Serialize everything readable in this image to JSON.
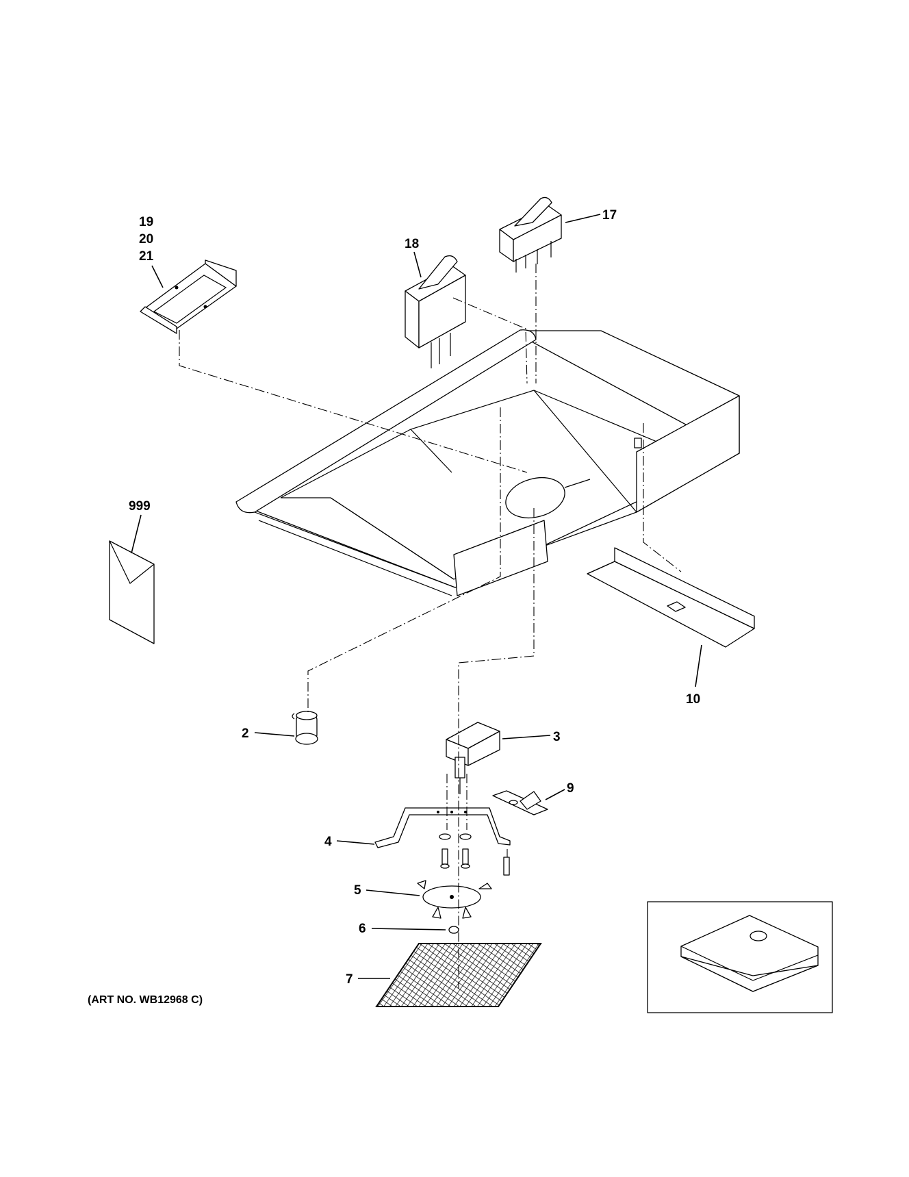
{
  "art_number": "(ART NO. WB12968 C)",
  "callouts": {
    "c19": "19",
    "c20": "20",
    "c21": "21",
    "c18": "18",
    "c17": "17",
    "c999": "999",
    "c10": "10",
    "c2": "2",
    "c3": "3",
    "c9": "9",
    "c4": "4",
    "c5": "5",
    "c6": "6",
    "c7": "7"
  }
}
